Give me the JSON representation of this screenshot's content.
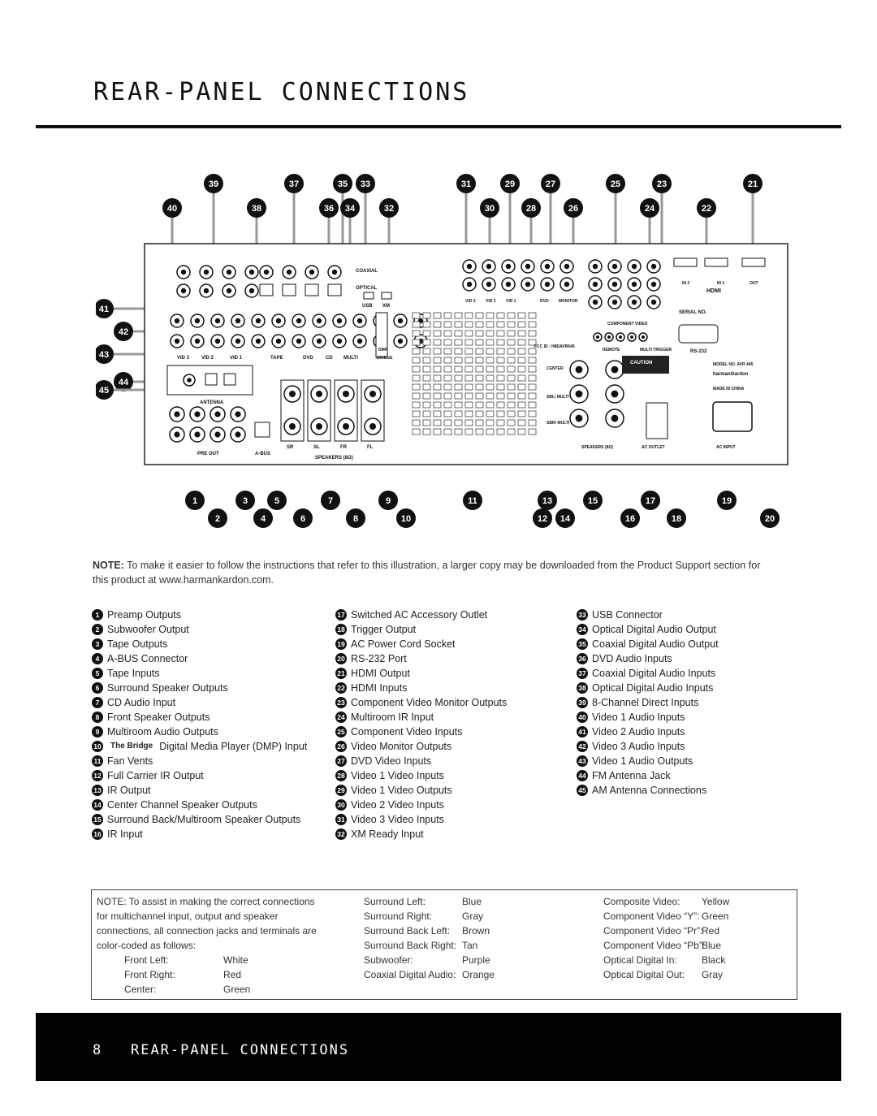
{
  "page_title": "REAR-PANEL CONNECTIONS",
  "diagram": {
    "top_callouts": [
      "39",
      "37",
      "35",
      "33",
      "31",
      "29",
      "27",
      "25",
      "23",
      "21"
    ],
    "top_callouts_row2": [
      "40",
      "38",
      "36",
      "34",
      "32",
      "30",
      "28",
      "26",
      "24",
      "22"
    ],
    "left_callouts": [
      "41",
      "42",
      "43",
      "44",
      "45"
    ],
    "bottom_callouts": [
      "1",
      "3",
      "5",
      "7",
      "9",
      "11",
      "13",
      "15",
      "17",
      "19"
    ],
    "bottom_callouts_row2": [
      "2",
      "4",
      "6",
      "8",
      "10",
      "12",
      "14",
      "16",
      "18",
      "20"
    ],
    "panel_labels": {
      "coaxial": "COAXIAL",
      "optical": "OPTICAL",
      "usb": "USB",
      "xm": "XM",
      "vid3": "VID 3",
      "vid2": "VID 2",
      "vid1": "VID 1",
      "tape": "TAPE",
      "dvd": "DVD",
      "cd": "CD",
      "multi": "MULTI",
      "dmp": "DMP",
      "bridge": "BRIDGE",
      "antenna": "ANTENNA",
      "pre_out": "PRE OUT",
      "abus": "A-BUS",
      "speakers": "SPEAKERS (8Ω)",
      "sr": "SR",
      "sl": "SL",
      "fr": "FR",
      "fl": "FL",
      "center": "CENTER",
      "sbl_multi_l": "SBL/ MULTI L",
      "sbr_multi_r": "SBR/ MULTI R",
      "remote": "REMOTE",
      "multi_trigger": "MULTI TRIGGER",
      "component_video": "COMPONENT VIDEO",
      "monitor": "MONITOR",
      "serial_no": "SERIAL NO.",
      "rs232": "RS-232",
      "hdmi": "HDMI",
      "in1": "IN 1",
      "in2": "IN 2",
      "out": "OUT",
      "caution": "CAUTION",
      "ac_outlet": "AC OUTLET",
      "ac_input": "AC INPUT",
      "brand": "harman/kardon",
      "model": "MODEL NO. AVR 445",
      "made_in": "MADE IN CHINA",
      "fcc": "FCC ID : H8DAVR645"
    }
  },
  "note": {
    "label": "NOTE:",
    "text": "To make it easier to follow the instructions that refer to this illustration, a larger copy may be downloaded from the Product Support section for this product at www.harmankardon.com."
  },
  "legend": {
    "col1": [
      {
        "n": "1",
        "label": "Preamp Outputs"
      },
      {
        "n": "2",
        "label": "Subwoofer Output"
      },
      {
        "n": "3",
        "label": "Tape Outputs"
      },
      {
        "n": "4",
        "label": "A-BUS Connector"
      },
      {
        "n": "5",
        "label": "Tape Inputs"
      },
      {
        "n": "6",
        "label": "Surround Speaker Outputs"
      },
      {
        "n": "7",
        "label": "CD Audio Input"
      },
      {
        "n": "8",
        "label": "Front Speaker Outputs"
      },
      {
        "n": "9",
        "label": "Multiroom Audio Outputs"
      },
      {
        "n": "10",
        "label": "Digital Media Player (DMP) Input",
        "prefix": "The Bridge"
      },
      {
        "n": "11",
        "label": "Fan Vents"
      },
      {
        "n": "12",
        "label": "Full Carrier IR Output"
      },
      {
        "n": "13",
        "label": "IR Output"
      },
      {
        "n": "14",
        "label": "Center Channel Speaker Outputs"
      },
      {
        "n": "15",
        "label": "Surround Back/Multiroom Speaker Outputs"
      },
      {
        "n": "16",
        "label": "IR Input"
      }
    ],
    "col2": [
      {
        "n": "17",
        "label": "Switched AC Accessory Outlet"
      },
      {
        "n": "18",
        "label": "Trigger Output"
      },
      {
        "n": "19",
        "label": "AC Power Cord Socket"
      },
      {
        "n": "20",
        "label": "RS-232 Port"
      },
      {
        "n": "21",
        "label": "HDMI Output"
      },
      {
        "n": "22",
        "label": "HDMI Inputs"
      },
      {
        "n": "23",
        "label": "Component Video Monitor Outputs"
      },
      {
        "n": "24",
        "label": "Multiroom IR Input"
      },
      {
        "n": "25",
        "label": "Component Video Inputs"
      },
      {
        "n": "26",
        "label": "Video Monitor Outputs"
      },
      {
        "n": "27",
        "label": "DVD Video Inputs"
      },
      {
        "n": "28",
        "label": "Video 1 Video Inputs"
      },
      {
        "n": "29",
        "label": "Video 1 Video Outputs"
      },
      {
        "n": "30",
        "label": "Video 2 Video Inputs"
      },
      {
        "n": "31",
        "label": "Video 3 Video Inputs"
      },
      {
        "n": "32",
        "label": "XM Ready Input"
      }
    ],
    "col3": [
      {
        "n": "33",
        "label": "USB Connector"
      },
      {
        "n": "34",
        "label": "Optical Digital Audio Output"
      },
      {
        "n": "35",
        "label": "Coaxial Digital Audio Output"
      },
      {
        "n": "36",
        "label": "DVD Audio Inputs"
      },
      {
        "n": "37",
        "label": "Coaxial Digital Audio Inputs"
      },
      {
        "n": "38",
        "label": "Optical Digital Audio Inputs"
      },
      {
        "n": "39",
        "label": "8-Channel Direct Inputs"
      },
      {
        "n": "40",
        "label": "Video 1 Audio Inputs"
      },
      {
        "n": "41",
        "label": "Video 2 Audio Inputs"
      },
      {
        "n": "42",
        "label": "Video 3 Audio Inputs"
      },
      {
        "n": "43",
        "label": "Video 1 Audio Outputs"
      },
      {
        "n": "44",
        "label": "FM Antenna Jack"
      },
      {
        "n": "45",
        "label": "AM Antenna Connections"
      }
    ]
  },
  "color_note": {
    "intro": "NOTE: To assist in making the correct connections for multichannel input, output and speaker connections, all connection jacks and terminals are color-coded as follows:",
    "group1": [
      {
        "name": "Front Left:",
        "color": "White"
      },
      {
        "name": "Front Right:",
        "color": "Red"
      },
      {
        "name": "Center:",
        "color": "Green"
      }
    ],
    "group2": [
      {
        "name": "Surround Left:",
        "color": "Blue"
      },
      {
        "name": "Surround Right:",
        "color": "Gray"
      },
      {
        "name": "Surround Back Left:",
        "color": "Brown"
      },
      {
        "name": "Surround Back Right:",
        "color": "Tan"
      },
      {
        "name": "Subwoofer:",
        "color": "Purple"
      },
      {
        "name": "Coaxial Digital Audio:",
        "color": "Orange"
      }
    ],
    "group3": [
      {
        "name": "Composite Video:",
        "color": "Yellow"
      },
      {
        "name": "Component Video “Y”:",
        "color": "Green"
      },
      {
        "name": "Component Video “Pr”:",
        "color": "Red"
      },
      {
        "name": "Component Video “Pb”:",
        "color": "Blue"
      },
      {
        "name": "Optical Digital In:",
        "color": "Black"
      },
      {
        "name": "Optical Digital Out:",
        "color": "Gray"
      }
    ]
  },
  "footer": {
    "page_number": "8",
    "section": "REAR-PANEL CONNECTIONS"
  }
}
